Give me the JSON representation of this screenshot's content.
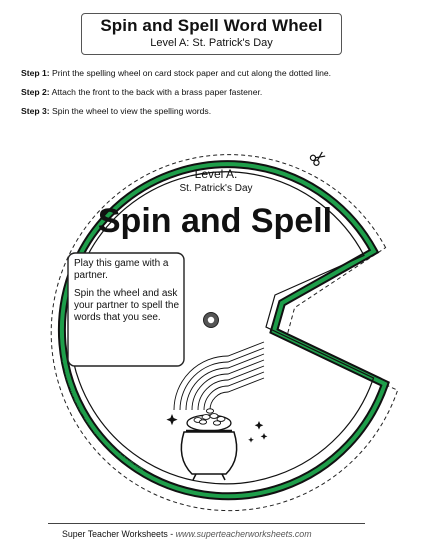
{
  "header": {
    "title": "Spin and Spell Word Wheel",
    "subtitle": "Level A: St. Patrick's Day"
  },
  "steps": [
    {
      "label": "Step 1:",
      "text": "Print the spelling wheel on card stock paper and cut along the dotted line."
    },
    {
      "label": "Step 2:",
      "text": "Attach the front to the back with a brass paper fastener."
    },
    {
      "label": "Step 3:",
      "text": "Spin the wheel to view the spelling words."
    }
  ],
  "wheel": {
    "level": "Level A:",
    "theme": "St. Patrick's Day",
    "big_title": "Spin and Spell",
    "instructions_1": "Play this game with a partner.",
    "instructions_2": "Spin the wheel and ask your partner to spell the words that you see.",
    "rim_text": "Super Teacher Worksheets - www.superteacherworksheets.com",
    "colors": {
      "outer_ring": "#111111",
      "green_ring": "#1e9e4a",
      "fastener": "#444444"
    },
    "icons": [
      "scissors-icon",
      "rainbow-icon",
      "pot-of-gold-icon",
      "sparkle-icon"
    ]
  },
  "footer": {
    "brand": "Super Teacher Worksheets",
    "separator": " - ",
    "url": "www.superteacherworksheets.com"
  }
}
